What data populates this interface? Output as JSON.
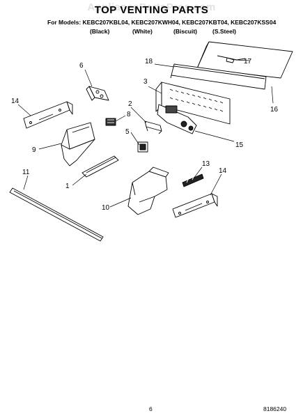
{
  "header": {
    "watermark": "AppliancePartsPros.com",
    "title": "TOP VENTING PARTS",
    "models_line": "For Models: KEBC207KBL04, KEBC207KWH04, KEBC207KBT04, KEBC207KSS04",
    "finishes": [
      "(Black)",
      "(White)",
      "(Biscuit)",
      "(S.Steel)"
    ]
  },
  "callouts": [
    "1",
    "2",
    "3",
    "5",
    "6",
    "8",
    "9",
    "10",
    "11",
    "13",
    "14",
    "14",
    "15",
    "16",
    "17",
    "18"
  ],
  "footer": {
    "page_number": "6",
    "doc_number": "8186240"
  }
}
